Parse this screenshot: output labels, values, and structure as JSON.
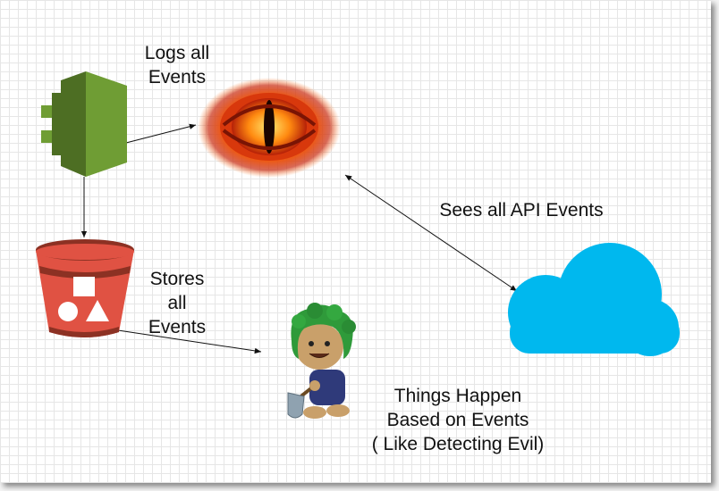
{
  "labels": {
    "logs": [
      "Logs all",
      "Events"
    ],
    "stores": [
      "Stores",
      "all",
      "Events"
    ],
    "sees": "Sees all API Events",
    "things": [
      "Things Happen",
      "Based on Events",
      "( Like Detecting Evil)"
    ]
  },
  "icons": {
    "cloudtrail": "aws-cloudtrail-icon",
    "eye": "eye-of-sauron-icon",
    "s3": "aws-s3-bucket-icon",
    "cloud": "cloud-icon",
    "character": "sackboy-gardener-icon"
  },
  "colors": {
    "cloudtrail_light": "#6f9d34",
    "cloudtrail_dark": "#4d6e23",
    "s3_red": "#e05243",
    "s3_dark": "#8c3123",
    "cloud": "#00b8ee",
    "eye_fire": "#ff7a1a",
    "hair_green": "#2f9a3a"
  }
}
